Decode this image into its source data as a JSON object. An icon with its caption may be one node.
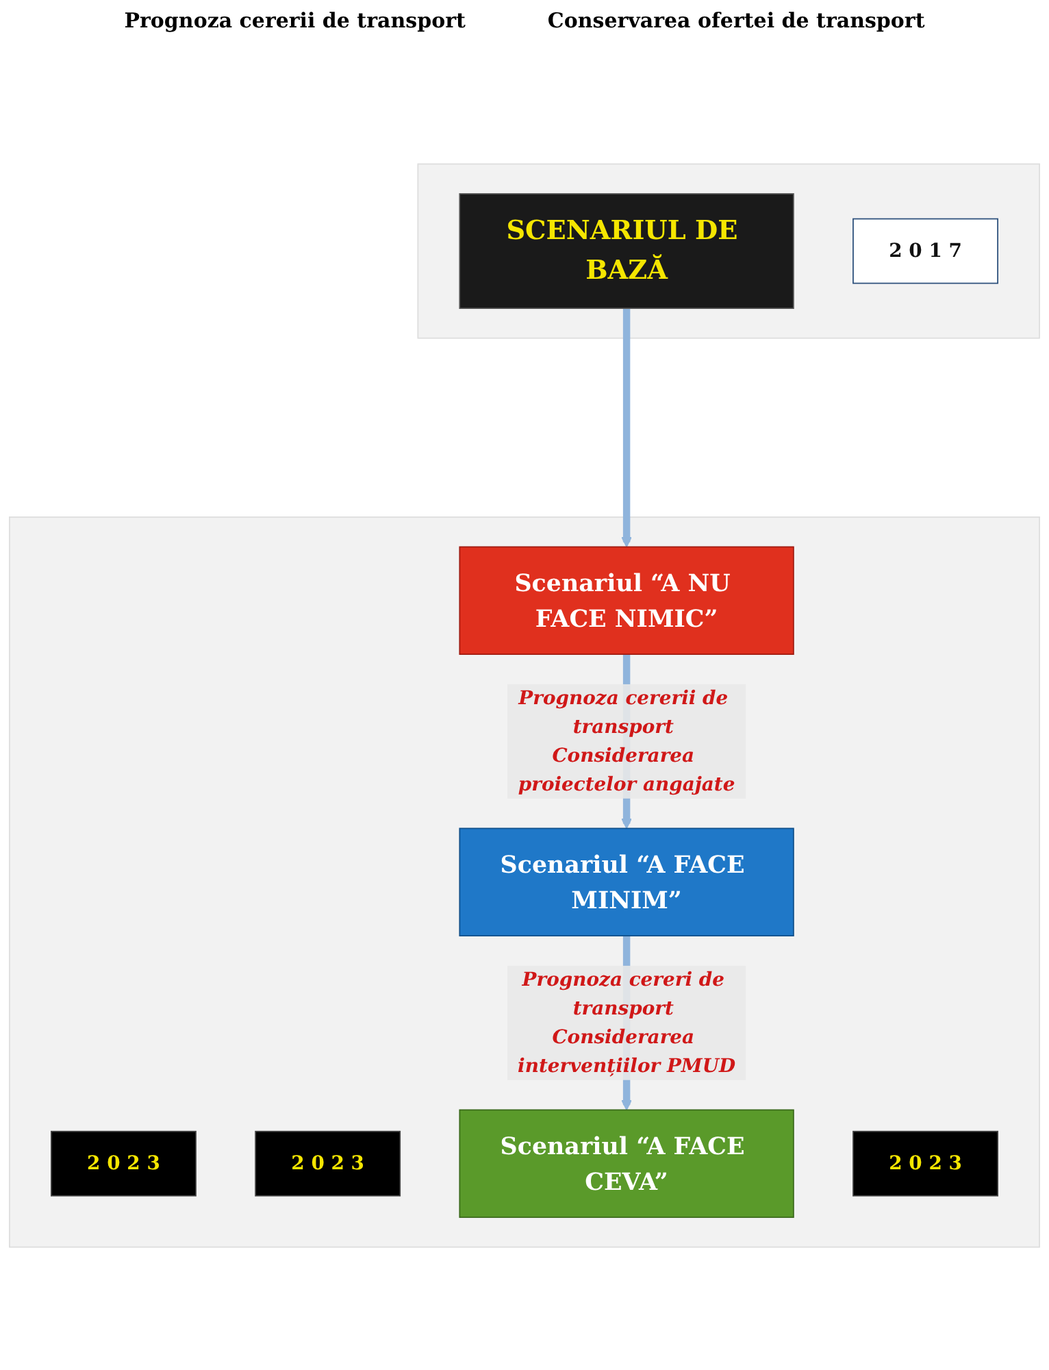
{
  "diagram": {
    "nodes": [
      {
        "text": [],
        "shape": "box"
      },
      {
        "text": [
          "SCENARIUL DE BAZĂ"
        ],
        "in": 0
      },
      {
        "text": [
          "2 0 1 7"
        ],
        "in": 0
      },
      {
        "text": [],
        "shape": "box"
      },
      {
        "text": [
          "Scenariul “A NU FACE NIMIC”"
        ],
        "in": 3
      },
      {
        "text": [
          "2 0 2 3"
        ],
        "in": 3
      },
      {
        "text": [
          "Scenariul “A FACE MINIM”"
        ],
        "in": 3
      },
      {
        "text": [
          "2 0 2 3"
        ],
        "in": 3
      },
      {
        "text": [
          "Scenariul “A FACE CEVA”"
        ],
        "in": 3
      },
      {
        "text": [
          "2 0 2 3"
        ],
        "in": 3
      }
    ],
    "edges": [
      {
        "from": 1,
        "to": 4,
        "arrow": "to"
      },
      {
        "from": 4,
        "to": 6,
        "label": "Prognoza cererii de transport Considerarea proiectelor angajate",
        "arrow": "to"
      },
      {
        "from": 6,
        "to": 8,
        "label": "Prognoza cereri de transport Considerarea intervențiilor PMUD",
        "arrow": "to"
      }
    ],
    "labels": [
      "Prognoza cererii de transport",
      "Conservarea ofertei de transport"
    ]
  }
}
